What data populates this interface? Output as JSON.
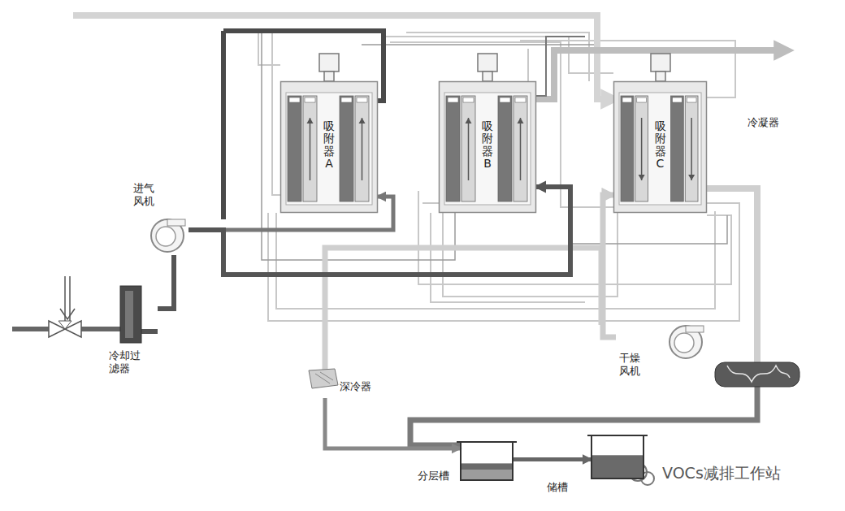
{
  "diagram": {
    "nodes": [
      {
        "text": [
          "吸附器A"
        ]
      },
      {
        "text": [
          "吸附器B"
        ]
      },
      {
        "text": [
          "吸附器C"
        ]
      },
      {
        "text": [
          "进气 风机"
        ]
      },
      {
        "text": [
          "冷却过 滤器"
        ]
      },
      {
        "text": [
          "干燥 风机"
        ]
      },
      {
        "text": [
          "深冷器"
        ]
      },
      {
        "text": [
          "分层槽"
        ]
      },
      {
        "text": [
          "储槽"
        ]
      }
    ],
    "edges": [
      {
        "from": 4,
        "to": 3,
        "arrow": "none"
      },
      {
        "from": 3,
        "to": 0,
        "arrow": "to"
      },
      {
        "from": 3,
        "to": 1,
        "arrow": "to"
      },
      {
        "from": 5,
        "to": 2,
        "arrow": "to"
      },
      {
        "from": 6,
        "to": 7,
        "arrow": "to"
      },
      {
        "from": 7,
        "to": 8,
        "arrow": "to"
      }
    ],
    "labels": [
      "冷凝器",
      "VOCs减排工作站"
    ]
  }
}
